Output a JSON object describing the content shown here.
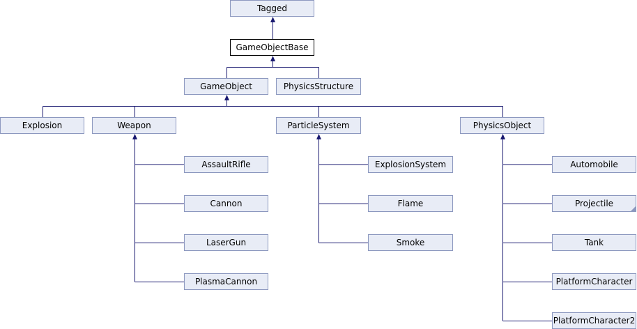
{
  "colors": {
    "node_fill": "#e8ecf6",
    "node_border": "#8c98bf",
    "current_fill": "#ffffff",
    "current_border": "#000000",
    "edge": "#191970"
  },
  "nodes": {
    "tagged": "Tagged",
    "game_object_base": "GameObjectBase",
    "game_object": "GameObject",
    "physics_structure": "PhysicsStructure",
    "explosion": "Explosion",
    "weapon": "Weapon",
    "particle_system": "ParticleSystem",
    "physics_object": "PhysicsObject",
    "assault_rifle": "AssaultRifle",
    "cannon": "Cannon",
    "laser_gun": "LaserGun",
    "plasma_cannon": "PlasmaCannon",
    "explosion_system": "ExplosionSystem",
    "flame": "Flame",
    "smoke": "Smoke",
    "automobile": "Automobile",
    "projectile": "Projectile",
    "tank": "Tank",
    "platform_character": "PlatformCharacter",
    "platform_character2": "PlatformCharacter2"
  },
  "edges": [
    {
      "child": "game_object_base",
      "parent": "tagged"
    },
    {
      "child": "game_object",
      "parent": "game_object_base"
    },
    {
      "child": "physics_structure",
      "parent": "game_object_base"
    },
    {
      "child": "explosion",
      "parent": "game_object"
    },
    {
      "child": "weapon",
      "parent": "game_object"
    },
    {
      "child": "particle_system",
      "parent": "game_object"
    },
    {
      "child": "physics_object",
      "parent": "game_object"
    },
    {
      "child": "assault_rifle",
      "parent": "weapon"
    },
    {
      "child": "cannon",
      "parent": "weapon"
    },
    {
      "child": "laser_gun",
      "parent": "weapon"
    },
    {
      "child": "plasma_cannon",
      "parent": "weapon"
    },
    {
      "child": "explosion_system",
      "parent": "particle_system"
    },
    {
      "child": "flame",
      "parent": "particle_system"
    },
    {
      "child": "smoke",
      "parent": "particle_system"
    },
    {
      "child": "automobile",
      "parent": "physics_object"
    },
    {
      "child": "projectile",
      "parent": "physics_object"
    },
    {
      "child": "tank",
      "parent": "physics_object"
    },
    {
      "child": "platform_character",
      "parent": "physics_object"
    },
    {
      "child": "platform_character2",
      "parent": "physics_object"
    }
  ]
}
